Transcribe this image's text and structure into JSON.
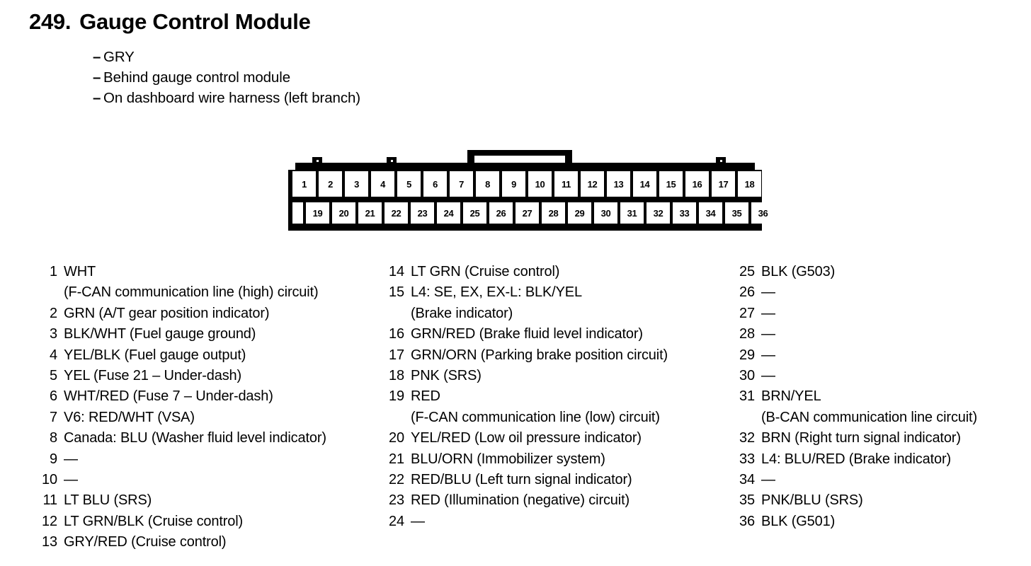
{
  "header": {
    "number": "249.",
    "title": "Gauge Control Module",
    "bullets": [
      "GRY",
      "Behind gauge control module",
      "On dashboard wire harness (left branch)"
    ],
    "dash": "–"
  },
  "connector": {
    "top_row": [
      "1",
      "2",
      "3",
      "4",
      "5",
      "6",
      "7",
      "8",
      "9",
      "10",
      "11",
      "12",
      "13",
      "14",
      "15",
      "16",
      "17",
      "18"
    ],
    "bottom_row": [
      "19",
      "20",
      "21",
      "22",
      "23",
      "24",
      "25",
      "26",
      "27",
      "28",
      "29",
      "30",
      "31",
      "32",
      "33",
      "34",
      "35",
      "36"
    ],
    "total_pins": 36,
    "body_color": "#000000",
    "cavity_color": "#ffffff"
  },
  "pin_list": {
    "empty_marker": "—",
    "columns": [
      {
        "entries": [
          {
            "pin": "1",
            "desc": "WHT",
            "cont": "(F-CAN communication line (high) circuit)"
          },
          {
            "pin": "2",
            "desc": "GRN (A/T gear position indicator)",
            "cont": ""
          },
          {
            "pin": "3",
            "desc": "BLK/WHT (Fuel gauge ground)",
            "cont": ""
          },
          {
            "pin": "4",
            "desc": "YEL/BLK (Fuel gauge output)",
            "cont": ""
          },
          {
            "pin": "5",
            "desc": "YEL (Fuse 21 – Under-dash)",
            "cont": ""
          },
          {
            "pin": "6",
            "desc": "WHT/RED (Fuse 7 – Under-dash)",
            "cont": ""
          },
          {
            "pin": "7",
            "desc": "V6: RED/WHT (VSA)",
            "cont": ""
          },
          {
            "pin": "8",
            "desc": "Canada: BLU (Washer fluid level indicator)",
            "cont": ""
          },
          {
            "pin": "9",
            "desc": "—",
            "cont": ""
          },
          {
            "pin": "10",
            "desc": "—",
            "cont": ""
          },
          {
            "pin": "11",
            "desc": "LT BLU (SRS)",
            "cont": ""
          },
          {
            "pin": "12",
            "desc": "LT GRN/BLK (Cruise control)",
            "cont": ""
          },
          {
            "pin": "13",
            "desc": "GRY/RED (Cruise control)",
            "cont": ""
          }
        ]
      },
      {
        "entries": [
          {
            "pin": "14",
            "desc": "LT GRN (Cruise control)",
            "cont": ""
          },
          {
            "pin": "15",
            "desc": "L4: SE, EX, EX-L: BLK/YEL",
            "cont": "(Brake indicator)"
          },
          {
            "pin": "16",
            "desc": "GRN/RED (Brake fluid level indicator)",
            "cont": ""
          },
          {
            "pin": "17",
            "desc": "GRN/ORN (Parking brake position circuit)",
            "cont": ""
          },
          {
            "pin": "18",
            "desc": "PNK (SRS)",
            "cont": ""
          },
          {
            "pin": "19",
            "desc": "RED",
            "cont": "(F-CAN communication line (low) circuit)"
          },
          {
            "pin": "20",
            "desc": "YEL/RED (Low oil pressure indicator)",
            "cont": ""
          },
          {
            "pin": "21",
            "desc": "BLU/ORN (Immobilizer system)",
            "cont": ""
          },
          {
            "pin": "22",
            "desc": "RED/BLU (Left turn signal indicator)",
            "cont": ""
          },
          {
            "pin": "23",
            "desc": "RED (Illumination (negative) circuit)",
            "cont": ""
          },
          {
            "pin": "24",
            "desc": "—",
            "cont": ""
          }
        ]
      },
      {
        "entries": [
          {
            "pin": "25",
            "desc": "BLK (G503)",
            "cont": ""
          },
          {
            "pin": "26",
            "desc": "—",
            "cont": ""
          },
          {
            "pin": "27",
            "desc": "—",
            "cont": ""
          },
          {
            "pin": "28",
            "desc": "—",
            "cont": ""
          },
          {
            "pin": "29",
            "desc": "—",
            "cont": ""
          },
          {
            "pin": "30",
            "desc": "—",
            "cont": ""
          },
          {
            "pin": "31",
            "desc": "BRN/YEL",
            "cont": "(B-CAN communication line circuit)"
          },
          {
            "pin": "32",
            "desc": "BRN (Right turn signal indicator)",
            "cont": ""
          },
          {
            "pin": "33",
            "desc": "L4: BLU/RED (Brake indicator)",
            "cont": ""
          },
          {
            "pin": "34",
            "desc": "—",
            "cont": ""
          },
          {
            "pin": "35",
            "desc": "PNK/BLU (SRS)",
            "cont": ""
          },
          {
            "pin": "36",
            "desc": "BLK (G501)",
            "cont": ""
          }
        ]
      }
    ]
  }
}
